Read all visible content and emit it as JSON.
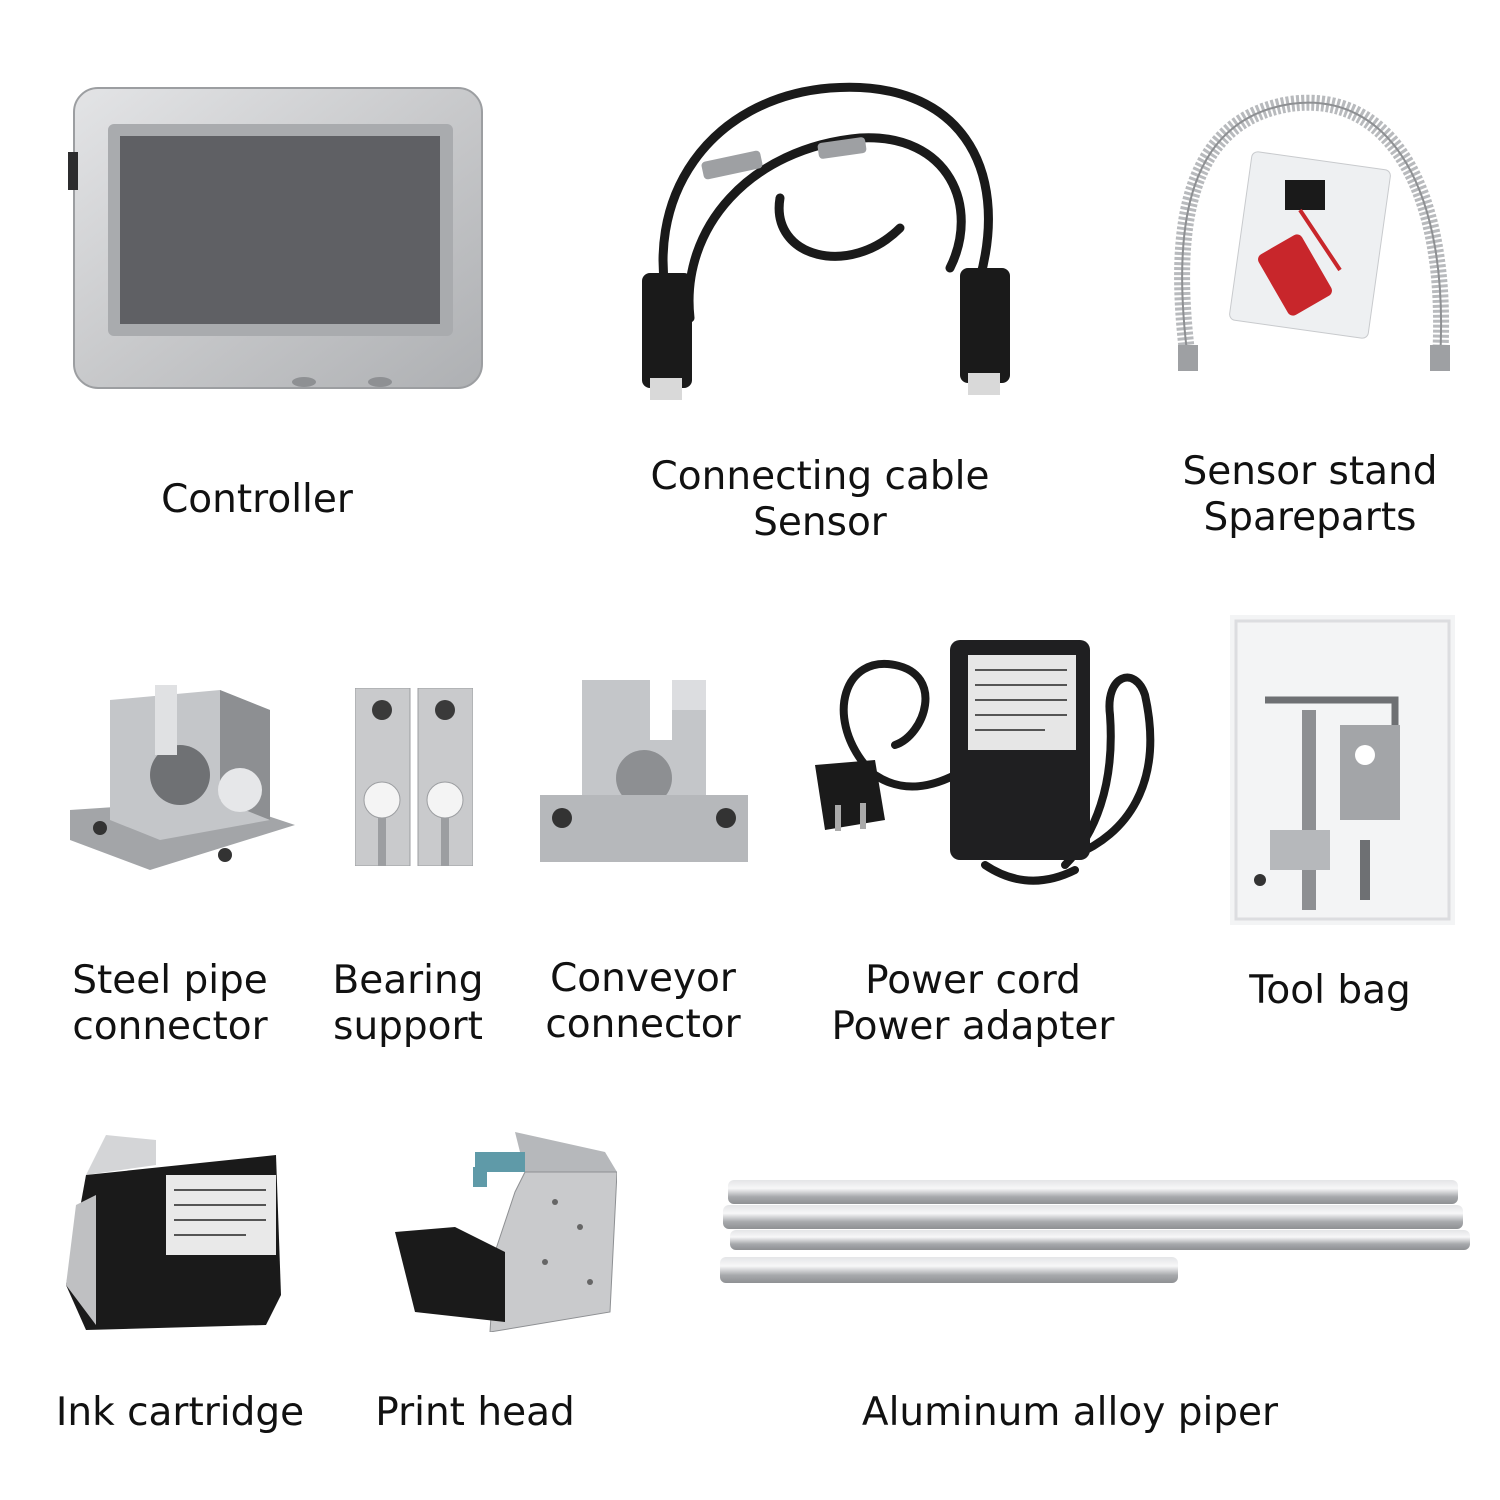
{
  "items": [
    {
      "id": "controller",
      "icon": "controller-icon",
      "caption": [
        "Controller"
      ]
    },
    {
      "id": "cable",
      "icon": "cable-icon",
      "caption": [
        "Connecting cable",
        "Sensor"
      ]
    },
    {
      "id": "sensor-stand",
      "icon": "gooseneck-icon",
      "caption": [
        "Sensor stand",
        "Spareparts"
      ]
    },
    {
      "id": "steel-pipe",
      "icon": "pipe-clamp-icon",
      "caption": [
        "Steel pipe",
        "connector"
      ]
    },
    {
      "id": "bearing",
      "icon": "bearing-support-icon",
      "caption": [
        "Bearing",
        "support"
      ]
    },
    {
      "id": "conveyor",
      "icon": "conveyor-bracket-icon",
      "caption": [
        "Conveyor",
        "connector"
      ]
    },
    {
      "id": "power",
      "icon": "power-adapter-icon",
      "caption": [
        "Power cord",
        "Power adapter"
      ]
    },
    {
      "id": "tool-bag",
      "icon": "tool-bag-icon",
      "caption": [
        "Tool bag"
      ]
    },
    {
      "id": "ink",
      "icon": "ink-cartridge-icon",
      "caption": [
        "Ink cartridge"
      ]
    },
    {
      "id": "print-head",
      "icon": "print-head-icon",
      "caption": [
        "Print head"
      ]
    },
    {
      "id": "pipes",
      "icon": "aluminum-pipe-icon",
      "caption": [
        "Aluminum alloy piper"
      ]
    }
  ],
  "colors": {
    "silver": "#c9cacc",
    "silver_dark": "#8e9093",
    "screen": "#5f6064",
    "black": "#1a1a1a",
    "red": "#c8262b",
    "teal": "#5f9aa8"
  }
}
